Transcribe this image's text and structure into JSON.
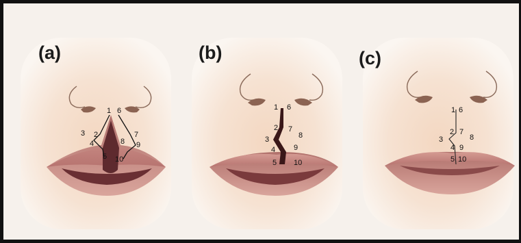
{
  "panels": [
    {
      "label": "(a)",
      "points": [
        "1",
        "6",
        "3",
        "2",
        "4",
        "5",
        "7",
        "8",
        "9",
        "10"
      ]
    },
    {
      "label": "(b)",
      "points": [
        "1",
        "6",
        "2",
        "7",
        "8",
        "3",
        "4",
        "9",
        "5",
        "10"
      ]
    },
    {
      "label": "(c)",
      "points": [
        "1",
        "6",
        "2",
        "7",
        "3",
        "8",
        "4",
        "9",
        "5",
        "10"
      ]
    }
  ],
  "colors": {
    "skin_light": "#f8ece1",
    "skin_mid": "#efd3bd",
    "lip": "#c98a82",
    "lip_dark": "#a86560",
    "mouth_inner": "#6a2f33",
    "incision": "#3a1718"
  }
}
